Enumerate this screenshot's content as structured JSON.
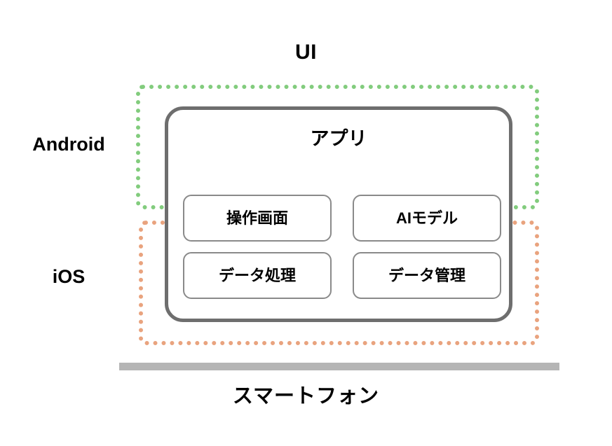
{
  "diagram": {
    "title_top": "UI",
    "platform_labels": [
      {
        "name": "android",
        "text": "Android",
        "accent": "#82cc7d"
      },
      {
        "name": "ios",
        "text": "iOS",
        "accent": "#e9a37e"
      }
    ],
    "app_container": {
      "title": "アプリ",
      "border_color": "#6e6e6e",
      "modules": [
        {
          "id": "operation-screen",
          "label": "操作画面"
        },
        {
          "id": "ai-model",
          "label": "AIモデル"
        },
        {
          "id": "data-processing",
          "label": "データ処理"
        },
        {
          "id": "data-management",
          "label": "データ管理"
        }
      ]
    },
    "device": {
      "label": "スマートフォン",
      "bar_color": "#b5b5b5"
    }
  }
}
